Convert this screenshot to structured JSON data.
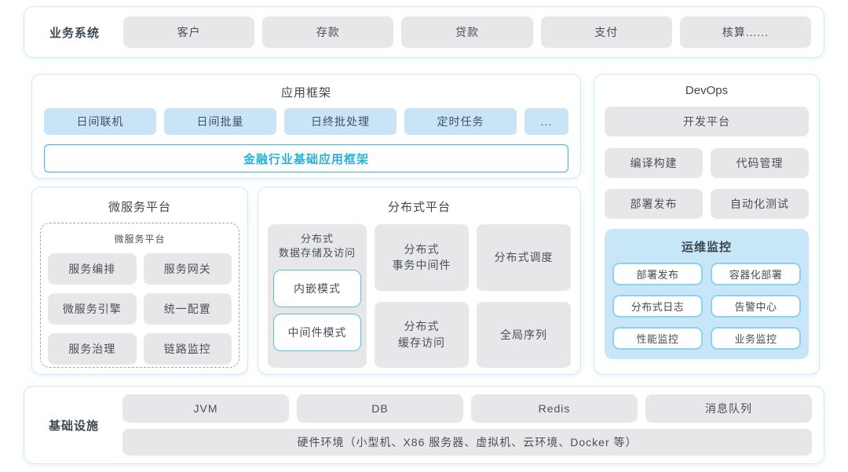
{
  "business_layer": {
    "label": "业务系统",
    "items": [
      "客户",
      "存款",
      "贷款",
      "支付",
      "核算......"
    ]
  },
  "app_framework": {
    "title": "应用框架",
    "modules": [
      "日间联机",
      "日间批量",
      "日终批处理",
      "定时任务",
      "..."
    ],
    "base_framework": "金融行业基础应用框架"
  },
  "microservice_platform": {
    "title": "微服务平台",
    "inner_title": "微服务平台",
    "items": [
      "服务编排",
      "服务网关",
      "微服务引擎",
      "统一配置",
      "服务治理",
      "链路监控"
    ]
  },
  "distributed_platform": {
    "title": "分布式平台",
    "storage": {
      "title": "分布式\n数据存储及访问",
      "modes": [
        "内嵌模式",
        "中间件模式"
      ]
    },
    "middle_items": [
      "分布式\n事务中间件",
      "分布式\n缓存访问"
    ],
    "right_items": [
      "分布式调度",
      "全局序列"
    ]
  },
  "devops": {
    "title": "DevOps",
    "dev_platform": "开发平台",
    "tools": [
      "编译构建",
      "代码管理",
      "部署发布",
      "自动化测试"
    ],
    "ops_monitoring": {
      "title": "运维监控",
      "items": [
        "部署发布",
        "容器化部署",
        "分布式日志",
        "告警中心",
        "性能监控",
        "业务监控"
      ]
    }
  },
  "infrastructure": {
    "label": "基础设施",
    "items": [
      "JVM",
      "DB",
      "Redis",
      "消息队列"
    ],
    "hardware": "硬件环境（小型机、X86 服务器、虚拟机、云环境、Docker 等）"
  },
  "colors": {
    "accent_cyan": "#2bb1d8",
    "light_blue_box": "#c9e4f7",
    "monitor_panel_bg": "#c7e6f8",
    "gray_box": "#e7e7e9",
    "panel_border": "#cdeaf6"
  }
}
